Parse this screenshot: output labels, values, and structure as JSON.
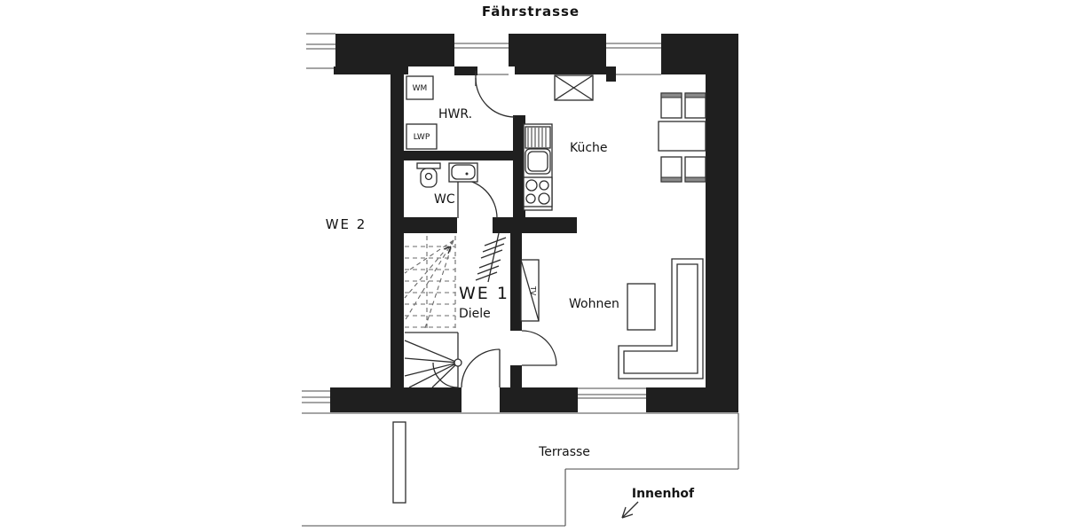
{
  "street_label": "Fährstrasse",
  "unit_labels": {
    "we2": "WE 2",
    "we1": "WE 1"
  },
  "room_labels": {
    "hwr": "HWR.",
    "wc": "WC",
    "kueche": "Küche",
    "diele": "Diele",
    "wohnen": "Wohnen"
  },
  "fixture_labels": {
    "wm": "WM",
    "lwp": "LWP",
    "tv": "TV"
  },
  "outdoor_labels": {
    "terrasse": "Terrasse",
    "innenhof": "Innenhof"
  },
  "colors": {
    "wall": "#1f1f1f",
    "line": "#2d2d2d",
    "background": "#ffffff",
    "chair_back": "#8a8a8a"
  },
  "symbols": [
    "window-glazing",
    "door-swing-arc",
    "stair-up-arrow",
    "shaft-x-symbol",
    "electrical-marks",
    "innenhof-arrow"
  ]
}
